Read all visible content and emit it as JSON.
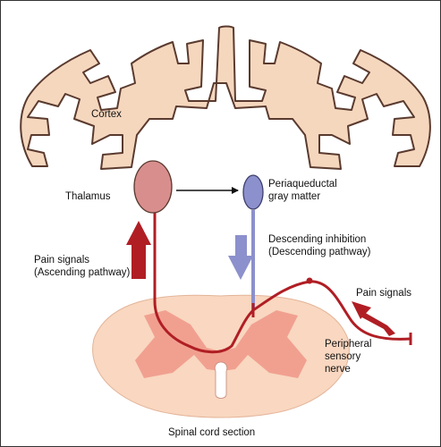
{
  "labels": {
    "cortex": "Cortex",
    "thalamus": "Thalamus",
    "pag_line1": "Periaqueductal",
    "pag_line2": "gray matter",
    "descending_line1": "Descending inhibition",
    "descending_line2": "(Descending pathway)",
    "ascending_line1": "Pain signals",
    "ascending_line2": "(Ascending pathway)",
    "pain_signals": "Pain signals",
    "nerve_line1": "Peripheral",
    "nerve_line2": "sensory",
    "nerve_line3": "nerve",
    "spinal_cord": "Spinal cord section"
  },
  "colors": {
    "cortex_fill": "#F5D7BE",
    "cortex_stroke": "#5A3A2E",
    "thalamus_fill": "#D98E8E",
    "pag_fill": "#8C90CC",
    "pathway_red": "#B01E24",
    "descending_blue": "#8C90CC",
    "cord_fill": "#F9D7C0",
    "gray_matter": "#F1A090"
  }
}
